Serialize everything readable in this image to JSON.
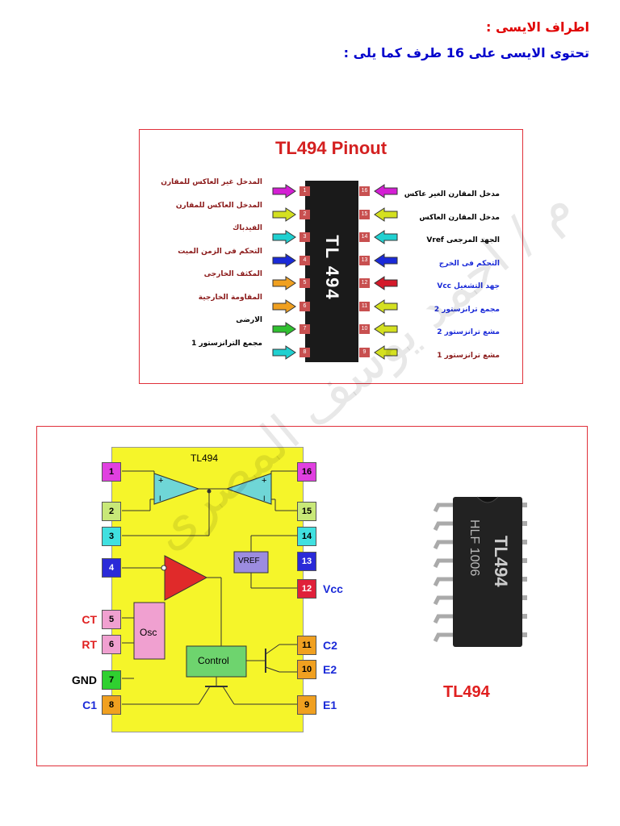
{
  "heading": {
    "line1": "اطراف الايسى :",
    "line2": "تحتوى الايسى على 16 طرف كما يلى :"
  },
  "pinout": {
    "title": "TL494 Pinout",
    "chip_label": "TL 494",
    "left_pins": [
      {
        "num": "1",
        "label": "المدخل غير العاكس للمقارن",
        "arrow": "#d41fd4",
        "color": "#8b1a1a"
      },
      {
        "num": "2",
        "label": "المدخل العاكس للمقارن",
        "arrow": "#d4e020",
        "color": "#8b1a1a"
      },
      {
        "num": "3",
        "label": "الفيدباك",
        "arrow": "#20d0d0",
        "color": "#8b1a1a"
      },
      {
        "num": "4",
        "label": "التحكم فى الزمن الميت",
        "arrow": "#1a2ad8",
        "color": "#8b1a1a"
      },
      {
        "num": "5",
        "label": "المكثف الخارجى",
        "arrow": "#f0a020",
        "color": "#8b1a1a"
      },
      {
        "num": "6",
        "label": "المقاومة الخارجية",
        "arrow": "#f0a020",
        "color": "#8b1a1a"
      },
      {
        "num": "7",
        "label": "الارضى",
        "arrow": "#30c030",
        "color": "#000000"
      },
      {
        "num": "8",
        "label": "مجمع الترانزستور 1",
        "arrow": "#20d0d0",
        "color": "#000000"
      }
    ],
    "right_pins": [
      {
        "num": "16",
        "label": "مدخل المقارن الغير عاكس",
        "arrow": "#d41fd4",
        "color": "#000000"
      },
      {
        "num": "15",
        "label": "مدخل المقارن العاكس",
        "arrow": "#d4e020",
        "color": "#000000"
      },
      {
        "num": "14",
        "label": "الجهد المرجعى Vref",
        "arrow": "#20d0d0",
        "color": "#000000"
      },
      {
        "num": "13",
        "label": "التحكم فى الخرج",
        "arrow": "#1a2ad8",
        "color": "#1a2ad8"
      },
      {
        "num": "12",
        "label": "جهد التشغيل Vcc",
        "arrow": "#d41a2a",
        "color": "#1a2ad8"
      },
      {
        "num": "11",
        "label": "مجمع ترانزستور 2",
        "arrow": "#d4e020",
        "color": "#1a2ad8"
      },
      {
        "num": "10",
        "label": "مشع ترانزستور 2",
        "arrow": "#d4e020",
        "color": "#1a2ad8"
      },
      {
        "num": "9",
        "label": "مشع ترانزستور 1",
        "arrow": "#d4e020",
        "color": "#8b1a1a"
      }
    ]
  },
  "block": {
    "chip_name": "TL494",
    "vref_label": "VREF",
    "osc_label": "Osc",
    "control_label": "Control",
    "left_pins": [
      {
        "num": "1",
        "color": "#e040e0",
        "ext": ""
      },
      {
        "num": "2",
        "color": "#c8e878",
        "ext": ""
      },
      {
        "num": "3",
        "color": "#40e0e0",
        "ext": ""
      },
      {
        "num": "4",
        "color": "#2a2ad8",
        "ext": ""
      },
      {
        "num": "5",
        "color": "#f0a0d0",
        "ext": "CT"
      },
      {
        "num": "6",
        "color": "#f0a0d0",
        "ext": "RT"
      },
      {
        "num": "7",
        "color": "#30d030",
        "ext": "GND"
      },
      {
        "num": "8",
        "color": "#f0a020",
        "ext": "C1"
      }
    ],
    "right_pins": [
      {
        "num": "16",
        "color": "#e040e0",
        "ext": ""
      },
      {
        "num": "15",
        "color": "#c8e878",
        "ext": ""
      },
      {
        "num": "14",
        "color": "#40e0e0",
        "ext": ""
      },
      {
        "num": "13",
        "color": "#2a2ad8",
        "ext": ""
      },
      {
        "num": "12",
        "color": "#e0203a",
        "ext": "Vcc"
      },
      {
        "num": "11",
        "color": "#f0a020",
        "ext": "C2"
      },
      {
        "num": "10",
        "color": "#f0a020",
        "ext": "E2"
      },
      {
        "num": "9",
        "color": "#f0a020",
        "ext": "E1"
      }
    ],
    "photo_caption": "TL494",
    "photo_marking_1": "TL494",
    "photo_marking_2": "HLF 1006"
  },
  "watermark": "م / احمد يوسف المصرى"
}
